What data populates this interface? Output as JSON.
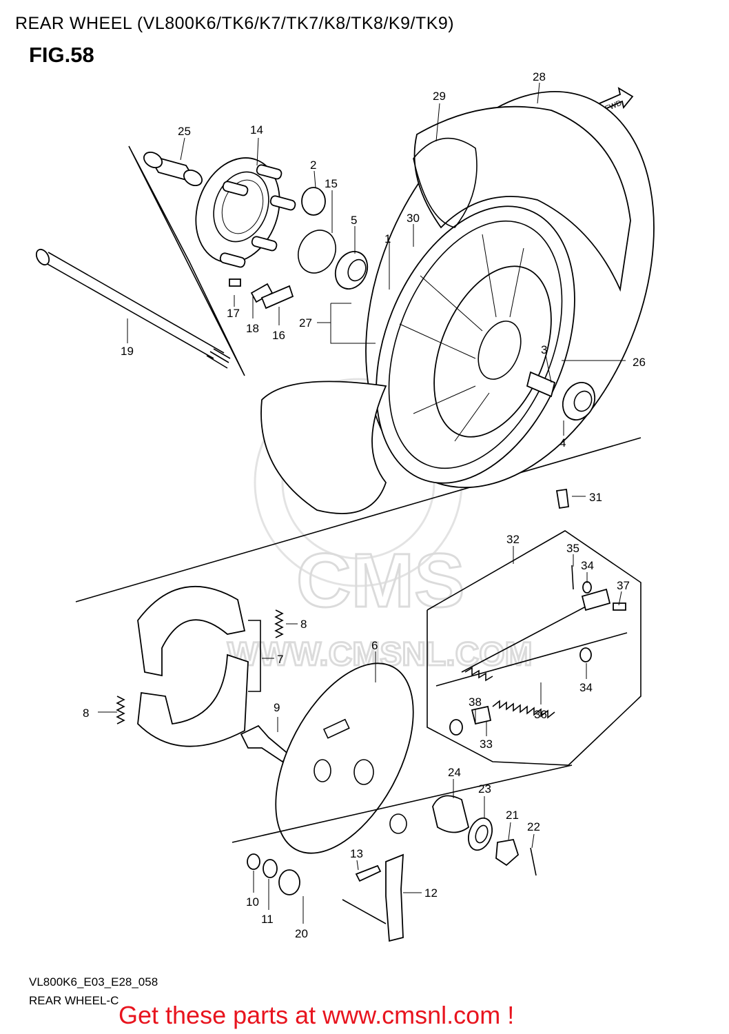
{
  "header": {
    "title": "REAR WHEEL (VL800K6/TK6/K7/TK7/K8/TK8/K9/TK9)",
    "figure": "FIG.58"
  },
  "watermark": {
    "brand": "CMS",
    "url": "WWW.CMSNL.COM"
  },
  "direction_tag": "FWD",
  "footer": {
    "code": "VL800K6_E03_E28_058",
    "name": "REAR WHEEL-C",
    "promo": "Get these parts at www.cmsnl.com !"
  },
  "callouts": [
    "1",
    "2",
    "3",
    "4",
    "5",
    "6",
    "7",
    "8",
    "8",
    "9",
    "10",
    "11",
    "12",
    "13",
    "14",
    "15",
    "16",
    "17",
    "18",
    "19",
    "20",
    "21",
    "22",
    "23",
    "24",
    "25",
    "26",
    "27",
    "28",
    "29",
    "30",
    "31",
    "32",
    "33",
    "34",
    "34",
    "35",
    "36",
    "37",
    "38"
  ],
  "colors": {
    "promo": "#e8141e",
    "watermark": "#d8d8d8",
    "line": "#000000"
  }
}
